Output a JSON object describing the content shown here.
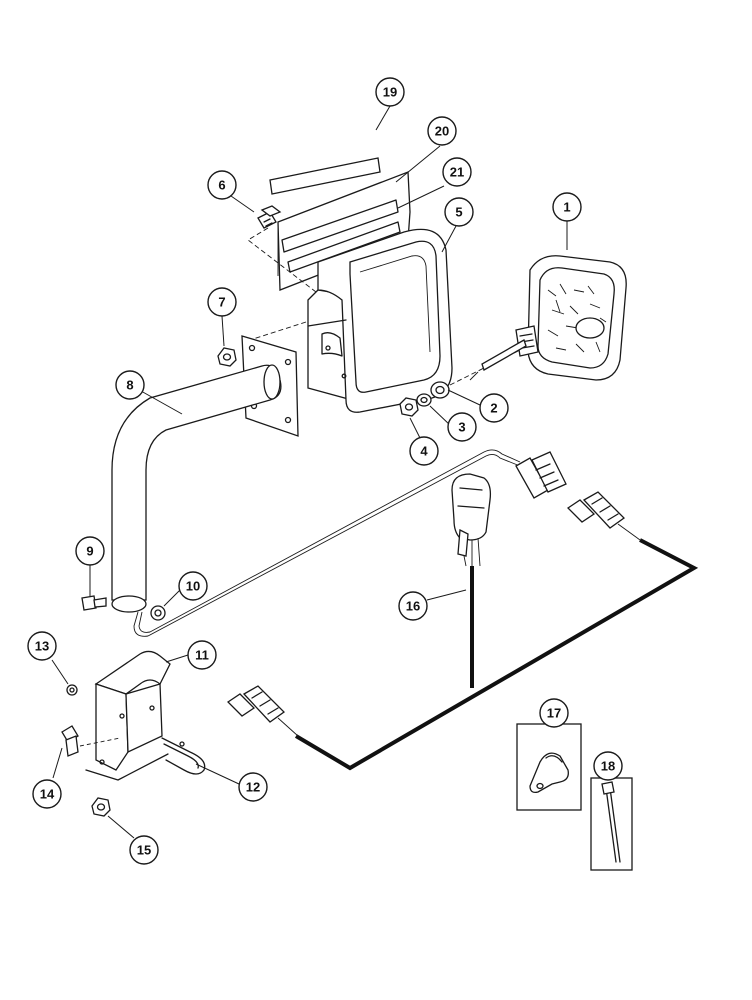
{
  "diagram": {
    "type": "exploded-parts-diagram",
    "callouts": [
      {
        "id": "c1",
        "label": "1"
      },
      {
        "id": "c2",
        "label": "2"
      },
      {
        "id": "c3",
        "label": "3"
      },
      {
        "id": "c4",
        "label": "4"
      },
      {
        "id": "c5",
        "label": "5"
      },
      {
        "id": "c6",
        "label": "6"
      },
      {
        "id": "c7",
        "label": "7"
      },
      {
        "id": "c8",
        "label": "8"
      },
      {
        "id": "c9",
        "label": "9"
      },
      {
        "id": "c10",
        "label": "10"
      },
      {
        "id": "c11",
        "label": "11"
      },
      {
        "id": "c12",
        "label": "12"
      },
      {
        "id": "c13",
        "label": "13"
      },
      {
        "id": "c14",
        "label": "14"
      },
      {
        "id": "c15",
        "label": "15"
      },
      {
        "id": "c16",
        "label": "16"
      },
      {
        "id": "c17",
        "label": "17"
      },
      {
        "id": "c18",
        "label": "18"
      },
      {
        "id": "c19",
        "label": "19"
      },
      {
        "id": "c20",
        "label": "20"
      },
      {
        "id": "c21",
        "label": "21"
      }
    ],
    "colors": {
      "line": "#1a1a1a",
      "background": "#ffffff"
    }
  }
}
